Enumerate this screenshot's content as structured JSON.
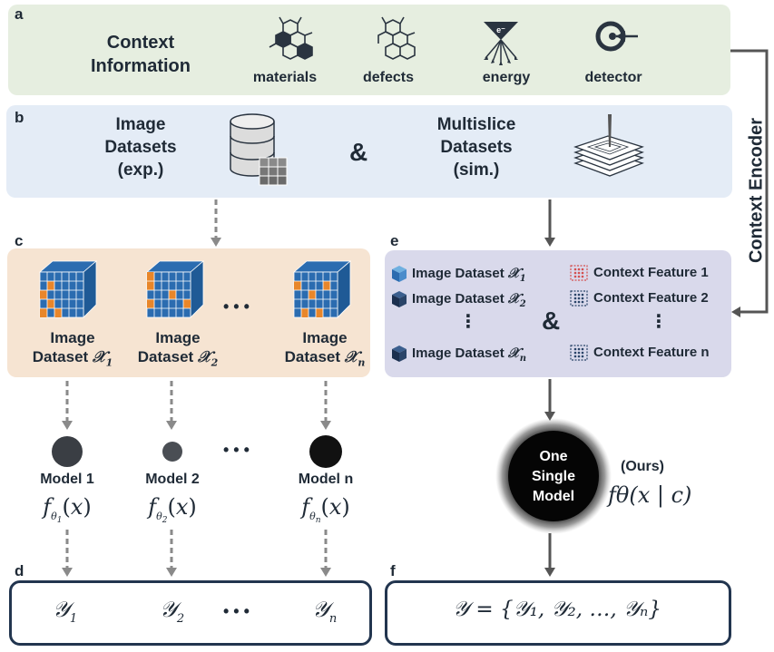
{
  "panels": {
    "a": "a",
    "b": "b",
    "c": "c",
    "d": "d",
    "e": "e",
    "f": "f"
  },
  "context": {
    "title_line1": "Context",
    "title_line2": "Information",
    "items": [
      "materials",
      "defects",
      "energy",
      "detector"
    ],
    "energy_symbol": "e⁻"
  },
  "datasets": {
    "image_line1": "Image",
    "image_line2": "Datasets",
    "image_line3": "(exp.)",
    "amp": "&",
    "multi_line1": "Multislice",
    "multi_line2": "Datasets",
    "multi_line3": "(sim.)"
  },
  "context_encoder": "Context Encoder",
  "cubes": [
    {
      "line1": "Image",
      "line2": "Dataset",
      "sub": "1"
    },
    {
      "line1": "Image",
      "line2": "Dataset",
      "sub": "2"
    },
    {
      "line1": "Image",
      "line2": "Dataset",
      "sub": "n"
    }
  ],
  "dots": "• • •",
  "panel_e": {
    "rows": [
      {
        "dataset": "Image Dataset",
        "sub": "1",
        "feature": "Context Feature 1"
      },
      {
        "dataset": "Image Dataset",
        "sub": "2",
        "feature": "Context Feature 2"
      },
      {
        "dataset": "Image Dataset",
        "sub": "n",
        "feature": "Context Feature n"
      }
    ],
    "amp": "&",
    "vdots": "⋮"
  },
  "models": [
    {
      "label": "Model 1",
      "sub": "1"
    },
    {
      "label": "Model 2",
      "sub": "2"
    },
    {
      "label": "Model n",
      "sub": "n"
    }
  ],
  "single_model": {
    "line1": "One",
    "line2": "Single",
    "line3": "Model",
    "ours": "(Ours)",
    "func": "fθ(x | c)"
  },
  "outputs_d": [
    {
      "sym": "𝒴",
      "sub": "1"
    },
    {
      "sym": "𝒴",
      "sub": "2"
    },
    {
      "sym": "𝒴",
      "sub": "n"
    }
  ],
  "output_f": "𝒴 = {𝒴₁, 𝒴₂, …, 𝒴ₙ}",
  "colors": {
    "panel_a": "#e6eee0",
    "panel_b": "#e4ecf6",
    "panel_c": "#f6e4d2",
    "panel_e": "#d9d9eb",
    "cube_blue": "#2b6cb0",
    "cube_orange": "#e8862a",
    "navy": "#22354f",
    "arrow_gray": "#8a8a8a"
  }
}
